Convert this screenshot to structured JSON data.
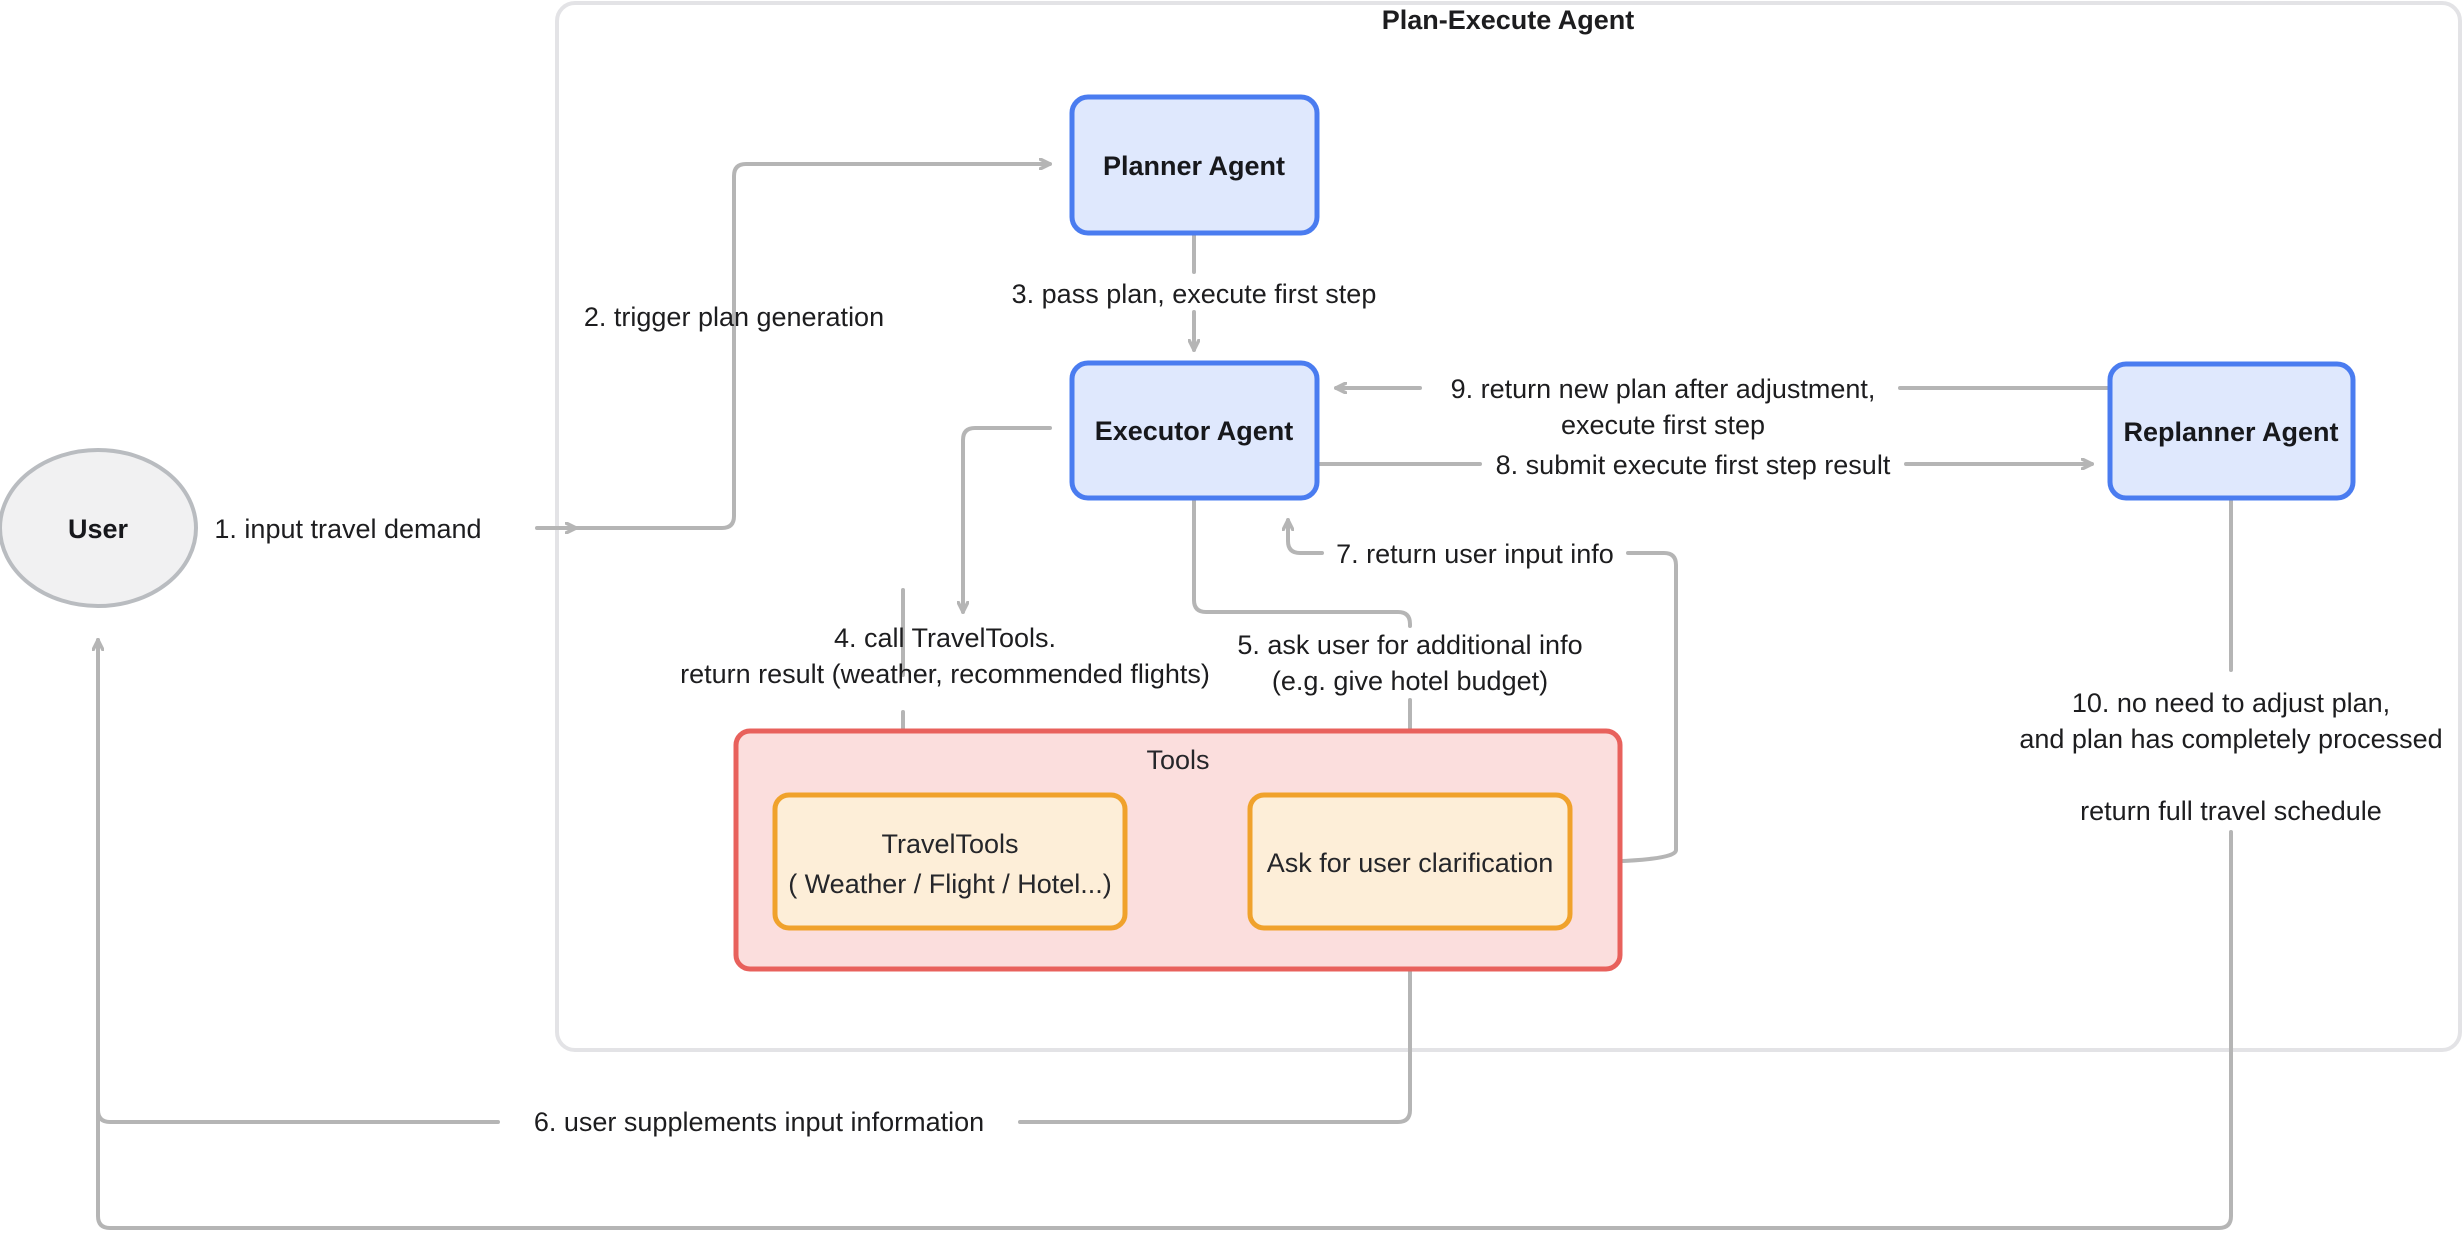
{
  "frame": {
    "title": "Plan-Execute Agent"
  },
  "nodes": {
    "user": {
      "label": "User"
    },
    "planner": {
      "label": "Planner Agent"
    },
    "executor": {
      "label": "Executor Agent"
    },
    "replanner": {
      "label": "Replanner Agent"
    }
  },
  "tools_group": {
    "label": "Tools",
    "items": [
      {
        "label_line1": "TravelTools",
        "label_line2": "( Weather / Flight / Hotel...)"
      },
      {
        "label_line1": "Ask for user clarification",
        "label_line2": ""
      }
    ]
  },
  "edges": [
    {
      "id": "e1",
      "line1": "1. input travel demand",
      "line2": ""
    },
    {
      "id": "e2",
      "line1": "2. trigger plan generation",
      "line2": ""
    },
    {
      "id": "e3",
      "line1": "3. pass plan, execute first step",
      "line2": ""
    },
    {
      "id": "e4",
      "line1": "4. call TravelTools.",
      "line2": "return result (weather, recommended flights)"
    },
    {
      "id": "e5",
      "line1": "5. ask user for additional info",
      "line2": "(e.g. give hotel budget)"
    },
    {
      "id": "e6",
      "line1": "6. user supplements input information",
      "line2": ""
    },
    {
      "id": "e7",
      "line1": "7. return user input info",
      "line2": ""
    },
    {
      "id": "e8",
      "line1": "8. submit execute first step result",
      "line2": ""
    },
    {
      "id": "e9",
      "line1": "9. return new plan after adjustment,",
      "line2": "execute first step"
    },
    {
      "id": "e10",
      "line1": "10. no need to adjust plan,",
      "line2": "and plan has completely processed",
      "line3": "return full travel schedule"
    }
  ],
  "colors": {
    "agent_fill": "#dfe8fd",
    "agent_stroke": "#4a7cf0",
    "user_fill": "#f1f1f2",
    "user_stroke": "#b9bcc0",
    "tools_group_fill": "#fbdedd",
    "tools_group_stroke": "#e8615c",
    "tool_fill": "#fdeed8",
    "tool_stroke": "#f0a22c",
    "edge_stroke": "#b5b5b5",
    "frame_stroke": "#e3e3e6",
    "background": "#ffffff"
  }
}
